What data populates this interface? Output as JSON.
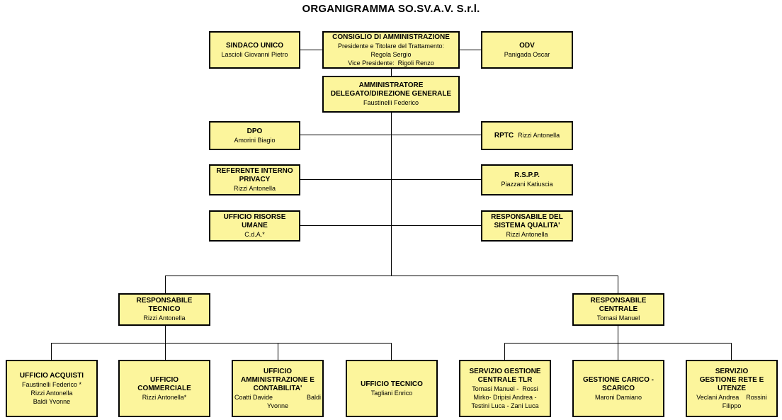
{
  "title": "ORGANIGRAMMA SO.SV.A.V. S.r.l.",
  "top_row": {
    "sindaco": {
      "heading": "SINDACO UNICO",
      "names": [
        "Lascioli Giovanni Pietro"
      ]
    },
    "cda": {
      "heading": "CONSIGLIO DI AMMINISTRAZIONE",
      "names": [
        "Presidente e Titolare del Trattamento:",
        "Regola Sergio",
        "Vice Presidente:  Rigoli Renzo"
      ]
    },
    "odv": {
      "heading": "ODV",
      "names": [
        "Panigada Oscar"
      ]
    }
  },
  "ad": {
    "heading_lines": [
      "AMMINISTRATORE",
      "DELEGATO/DIREZIONE GENERALE"
    ],
    "names": [
      "Faustinelli Federico"
    ]
  },
  "staff_left": [
    {
      "heading_lines": [
        "DPO"
      ],
      "names": [
        "Amorini Biagio"
      ]
    },
    {
      "heading_lines": [
        "REFERENTE INTERNO",
        "PRIVACY"
      ],
      "names": [
        "Rizzi Antonella"
      ]
    },
    {
      "heading_lines": [
        "UFFICIO RISORSE",
        "UMANE"
      ],
      "names": [
        "C.d.A.*"
      ]
    }
  ],
  "staff_right": [
    {
      "heading": "RPTC",
      "inline_name": "Rizzi Antonella"
    },
    {
      "heading_lines": [
        "R.S.P.P."
      ],
      "names": [
        "Piazzani Katiuscia"
      ]
    },
    {
      "heading_lines": [
        "RESPONSABILE DEL",
        "SISTEMA QUALITA'"
      ],
      "names": [
        "Rizzi Antonella"
      ]
    }
  ],
  "managers": [
    {
      "heading_lines": [
        "RESPONSABILE",
        "TECNICO"
      ],
      "names": [
        "Rizzi Antonella"
      ]
    },
    {
      "heading_lines": [
        "RESPONSABILE",
        "CENTRALE"
      ],
      "names": [
        "Tomasi Manuel"
      ]
    }
  ],
  "departments": [
    {
      "heading_lines": [
        "UFFICIO ACQUISTI"
      ],
      "names": [
        "Faustinelli Federico *",
        "Rizzi Antonella",
        "Baldi Yvonne"
      ]
    },
    {
      "heading_lines": [
        "UFFICIO",
        "COMMERCIALE"
      ],
      "names": [
        "Rizzi Antonella*"
      ]
    },
    {
      "heading_lines": [
        "UFFICIO",
        "AMMINISTRAZIONE E",
        "CONTABILITA'"
      ],
      "split_line": [
        "Coatti Davide",
        "Baldi"
      ],
      "names": [
        "Yvonne"
      ]
    },
    {
      "heading_lines": [
        "UFFICIO TECNICO"
      ],
      "names": [
        "Tagliani Enrico"
      ]
    },
    {
      "heading_lines": [
        "SERVIZIO GESTIONE",
        "CENTRALE TLR"
      ],
      "names": [
        "Tomasi Manuel -  Rossi",
        "Mirko- Dripisi Andrea -",
        "Testini Luca - Zani Luca"
      ]
    },
    {
      "heading_lines": [
        "GESTIONE CARICO -",
        "SCARICO"
      ],
      "names": [
        "Maroni Damiano"
      ]
    },
    {
      "heading_lines": [
        "SERVIZIO",
        "GESTIONE RETE E",
        "UTENZE"
      ],
      "names": [
        "Veclani Andrea    Rossini",
        "Filippo"
      ]
    }
  ],
  "colors": {
    "box_fill": "#fcf59c",
    "border": "#000000",
    "background": "#ffffff"
  }
}
